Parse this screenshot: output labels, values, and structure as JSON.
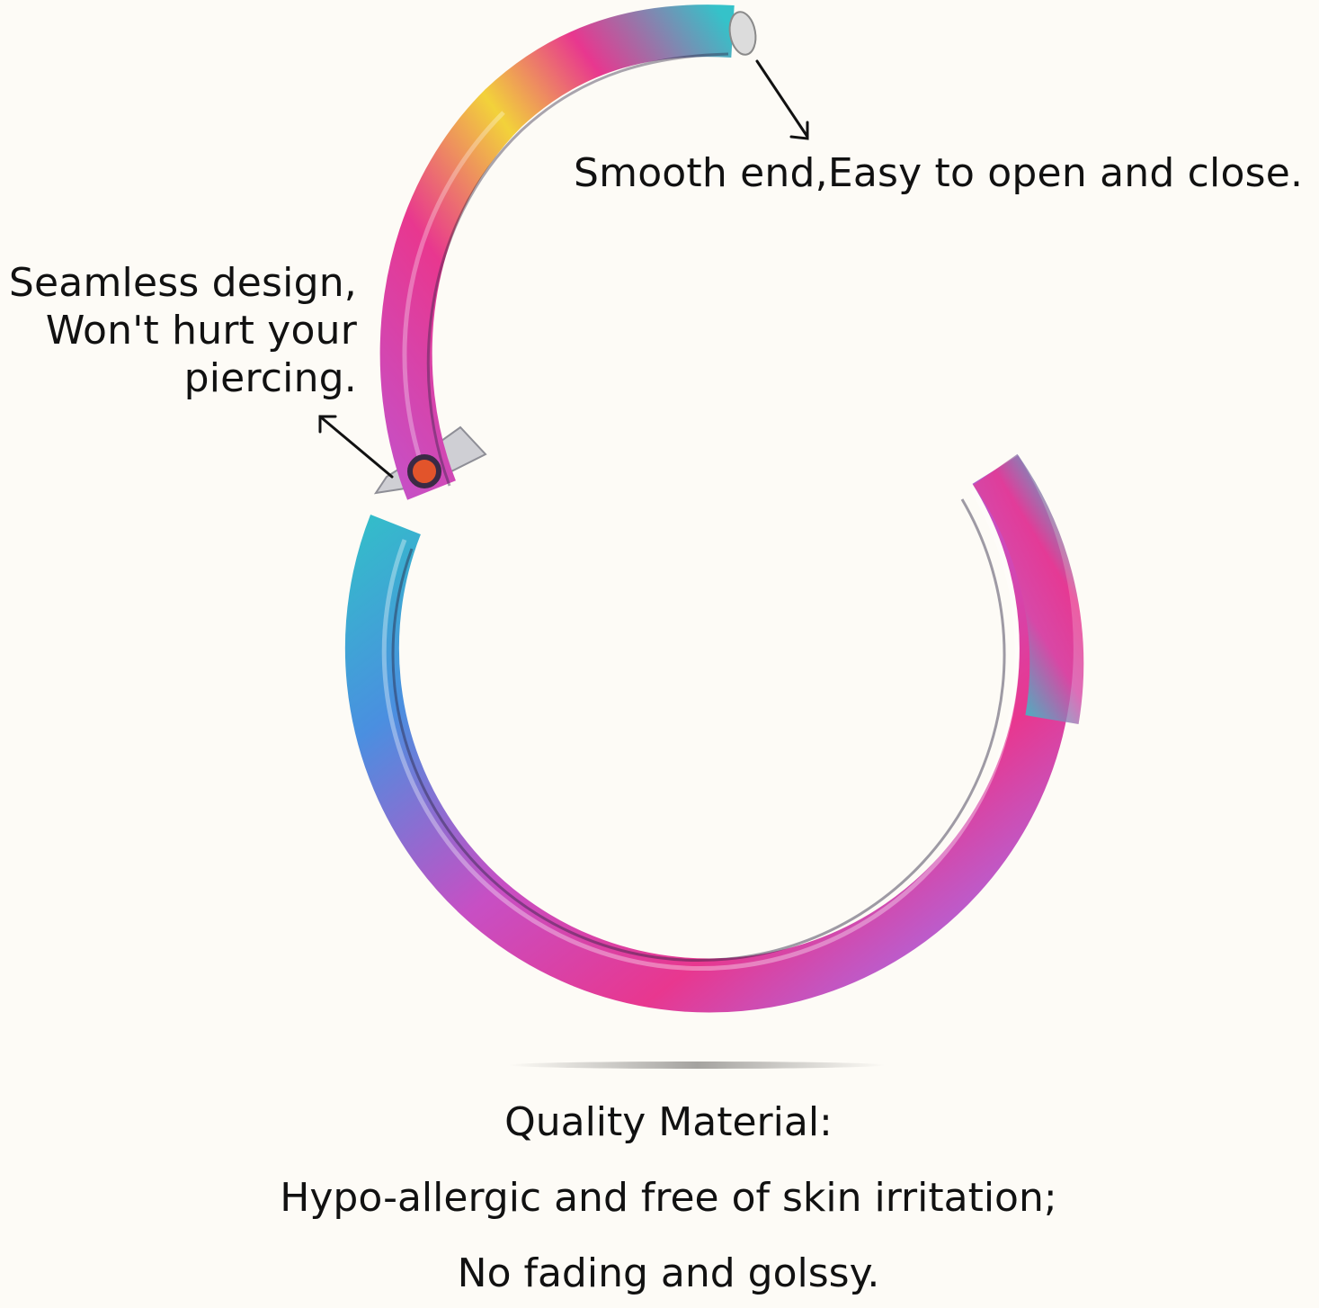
{
  "callouts": {
    "smooth_end": "Smooth end,Easy to open and close.",
    "seamless_lines": [
      "Seamless design,",
      "Won't hurt your",
      "piercing."
    ]
  },
  "caption": {
    "heading": "Quality Material:",
    "line_1": "Hypo-allergic and free of skin irritation;",
    "line_2": "No fading and golssy."
  },
  "colors": {
    "background": "#fdfbf6",
    "text": "#111111",
    "ring_pink": "#e8378f",
    "ring_magenta": "#c74fc4",
    "ring_blue": "#4a8fe0",
    "ring_cyan": "#35c2c9",
    "ring_yellow": "#f2d23a"
  },
  "icons": {
    "product": "hinged-segment-ring",
    "pointer": "arrow-icon"
  }
}
